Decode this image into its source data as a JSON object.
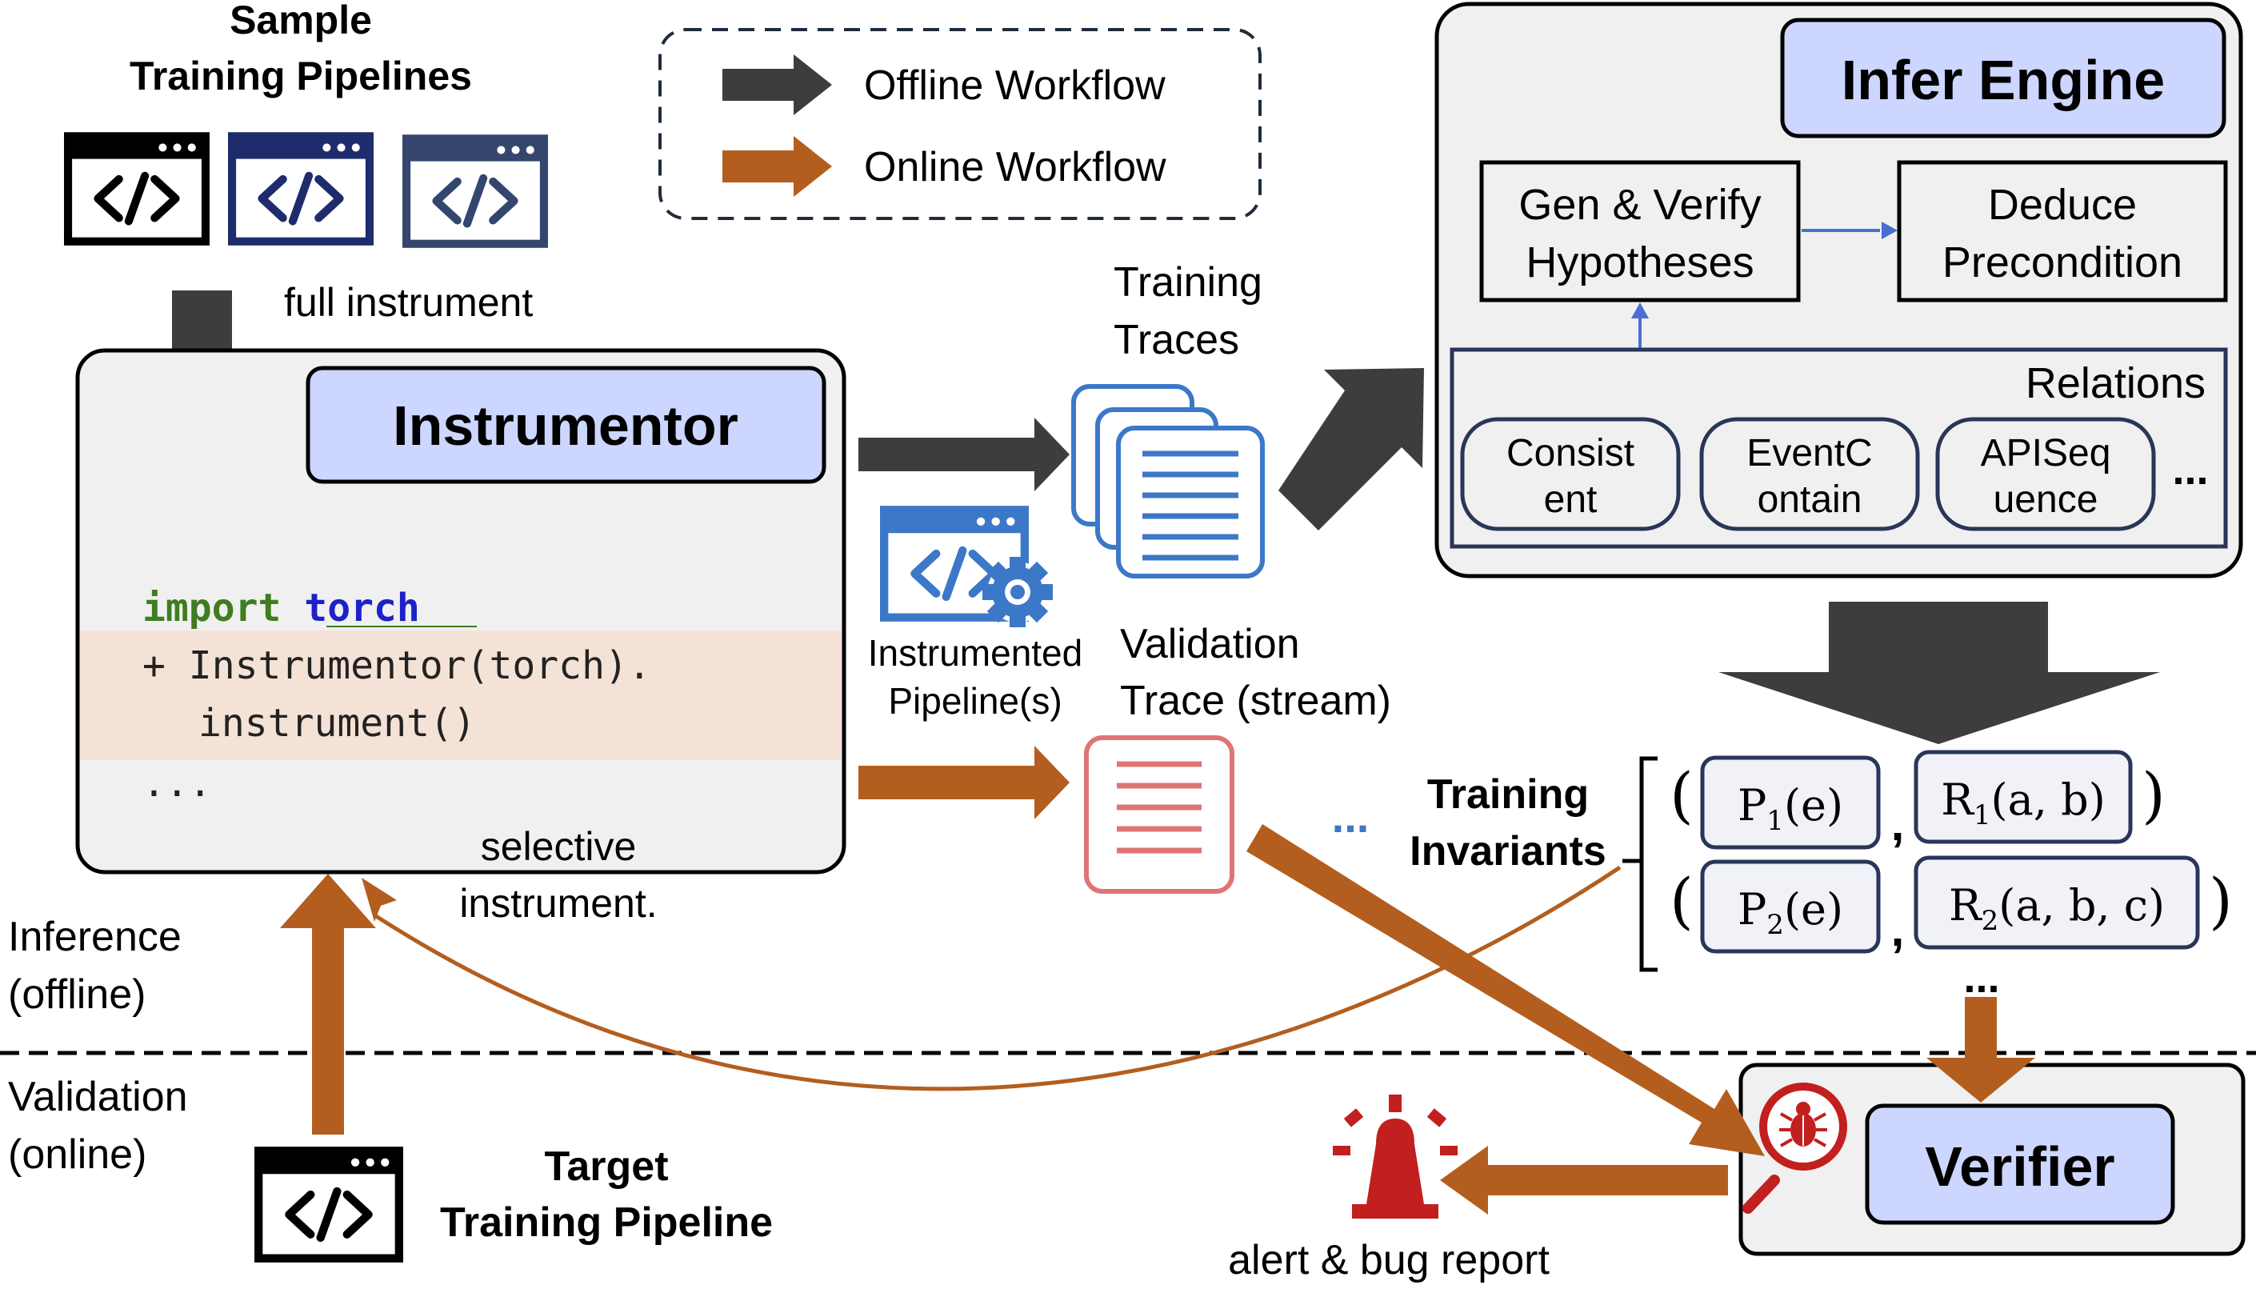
{
  "sample": {
    "title_line1": "Sample",
    "title_line2": "Training Pipelines",
    "full_instrument": "full instrument"
  },
  "legend": {
    "offline": "Offline Workflow",
    "online": "Online Workflow"
  },
  "instrumentor": {
    "title": "Instrumentor",
    "code": {
      "import_kw": "import",
      "import_mod": "torch",
      "plus_line": "+ Instrumentor(torch).",
      "cont_line": "instrument()",
      "ellipsis": "..."
    },
    "selective_line1": "selective",
    "selective_line2": "instrument."
  },
  "instrumented": {
    "line1": "Instrumented",
    "line2": "Pipeline(s)"
  },
  "traces": {
    "training_line1": "Training",
    "training_line2": "Traces",
    "validation_line1": "Validation",
    "validation_line2": "Trace (stream)",
    "dots": "..."
  },
  "infer": {
    "title": "Infer Engine",
    "gen_line1": "Gen & Verify",
    "gen_line2": "Hypotheses",
    "deduce_line1": "Deduce",
    "deduce_line2": "Precondition",
    "relations_label": "Relations",
    "relations": [
      {
        "line1": "Consist",
        "line2": "ent"
      },
      {
        "line1": "EventC",
        "line2": "ontain"
      },
      {
        "line1": "APISeq",
        "line2": "uence"
      }
    ],
    "more": "..."
  },
  "invariants": {
    "label_line1": "Training",
    "label_line2": "Invariants",
    "p1": {
      "base": "P",
      "sub": "1",
      "args": "(e)"
    },
    "r1": {
      "base": "R",
      "sub": "1",
      "args": "(a, b)"
    },
    "p2": {
      "base": "P",
      "sub": "2",
      "args": "(e)"
    },
    "r2": {
      "base": "R",
      "sub": "2",
      "args": "(a, b, c)"
    },
    "lparen": "(",
    "rparen": ")",
    "comma": ",",
    "more": "..."
  },
  "phases": {
    "inference_line1": "Inference",
    "inference_line2": "(offline)",
    "validation_line1": "Validation",
    "validation_line2": "(online)"
  },
  "target": {
    "line1": "Target",
    "line2": "Training Pipeline"
  },
  "verifier": {
    "title": "Verifier"
  },
  "alert": {
    "text": "alert & bug report"
  },
  "icons": {
    "code_window": "code-window-icon",
    "documents": "document-stack-icon",
    "gear": "gear-icon",
    "bug": "bug-icon",
    "magnifier": "magnifier-icon",
    "siren": "siren-icon"
  },
  "colors": {
    "offline_arrow": "#3d3d3d",
    "online_arrow": "#b35e1f",
    "title_fill": "#ccd6ff",
    "panel_fill": "#f0f0f0",
    "highlight": "#f5e2d6",
    "doc_blue": "#3c78c8",
    "doc_red": "#e07474",
    "alert_red": "#c21f1f",
    "navy": "#1f2c6c",
    "dark_slate": "#34466e",
    "relation_border": "#29365a"
  }
}
